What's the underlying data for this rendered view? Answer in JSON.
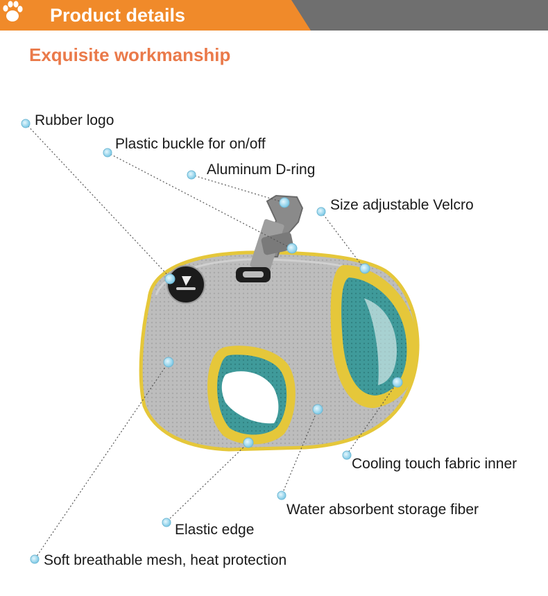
{
  "header": {
    "title": "Product details",
    "accent_color": "#f08a2a",
    "band_color": "#6f6f6f"
  },
  "section": {
    "title": "Exquisite workmanship",
    "title_color": "#ea7a4a"
  },
  "product": {
    "body_color": "#bdbdbd",
    "trim_color": "#e5c73a",
    "inner_color": "#3f9a9a",
    "marker_color": "#8fd4ec"
  },
  "callouts": [
    {
      "label": "Rubber logo"
    },
    {
      "label": "Plastic buckle for on/off"
    },
    {
      "label": "Aluminum D-ring"
    },
    {
      "label": "Size adjustable Velcro"
    },
    {
      "label": "Cooling touch fabric inner"
    },
    {
      "label": "Water absorbent storage fiber"
    },
    {
      "label": "Elastic edge"
    },
    {
      "label": "Soft breathable mesh, heat protection"
    }
  ]
}
